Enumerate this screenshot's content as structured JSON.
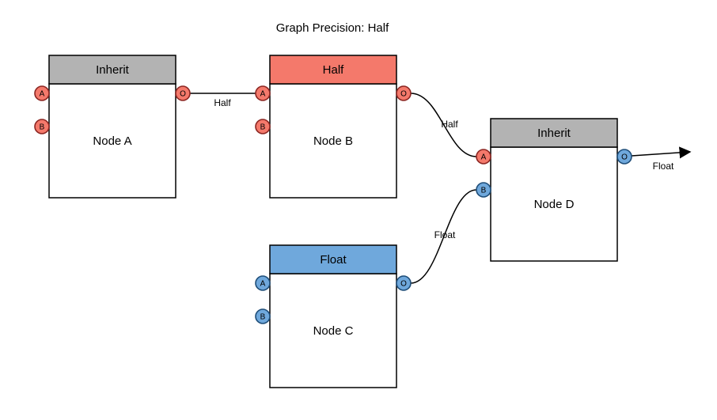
{
  "title": "Graph Precision: Half",
  "colors": {
    "node_fill": "#ffffff",
    "node_stroke": "#000000",
    "gray_header": "#b3b3b3",
    "red_header": "#f4796b",
    "blue_header": "#6fa8dc",
    "red_port_stroke": "#8c2622",
    "blue_port_stroke": "#1f4e79",
    "edge_color": "#000000"
  },
  "nodes": {
    "a": {
      "header": "Inherit",
      "label": "Node A",
      "header_fill": "#b3b3b3",
      "ports": {
        "in1": {
          "label": "A",
          "fill": "#f4796b",
          "stroke": "#8c2622"
        },
        "in2": {
          "label": "B",
          "fill": "#f4796b",
          "stroke": "#8c2622"
        },
        "out": {
          "label": "O",
          "fill": "#f4796b",
          "stroke": "#8c2622"
        }
      }
    },
    "b": {
      "header": "Half",
      "label": "Node B",
      "header_fill": "#f4796b",
      "ports": {
        "in1": {
          "label": "A",
          "fill": "#f4796b",
          "stroke": "#8c2622"
        },
        "in2": {
          "label": "B",
          "fill": "#f4796b",
          "stroke": "#8c2622"
        },
        "out": {
          "label": "O",
          "fill": "#f4796b",
          "stroke": "#8c2622"
        }
      }
    },
    "c": {
      "header": "Float",
      "label": "Node C",
      "header_fill": "#6fa8dc",
      "ports": {
        "in1": {
          "label": "A",
          "fill": "#6fa8dc",
          "stroke": "#1f4e79"
        },
        "in2": {
          "label": "B",
          "fill": "#6fa8dc",
          "stroke": "#1f4e79"
        },
        "out": {
          "label": "O",
          "fill": "#6fa8dc",
          "stroke": "#1f4e79"
        }
      }
    },
    "d": {
      "header": "Inherit",
      "label": "Node D",
      "header_fill": "#b3b3b3",
      "ports": {
        "in1": {
          "label": "A",
          "fill": "#f4796b",
          "stroke": "#8c2622"
        },
        "in2": {
          "label": "B",
          "fill": "#6fa8dc",
          "stroke": "#1f4e79"
        },
        "out": {
          "label": "O",
          "fill": "#6fa8dc",
          "stroke": "#1f4e79"
        }
      }
    }
  },
  "edges": {
    "a_to_b": {
      "label": "Half"
    },
    "b_to_d": {
      "label": "Half"
    },
    "c_to_d": {
      "label": "Float"
    },
    "d_out": {
      "label": "Float"
    }
  }
}
